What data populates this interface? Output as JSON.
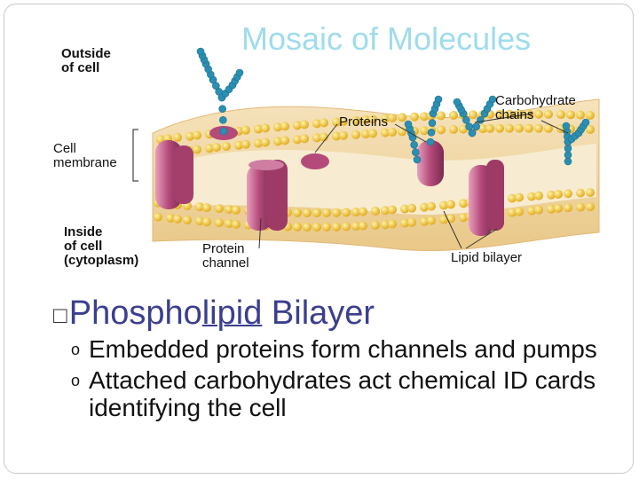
{
  "title": "Mosaic of Molecules",
  "labels": {
    "outside": "Outside\nof cell",
    "cell_membrane": "Cell\nmembrane",
    "inside": "Inside\nof cell\n(cytoplasm)",
    "protein_channel": "Protein\nchannel",
    "proteins": "Proteins",
    "carbohydrate_chains": "Carbohydrate\nchains",
    "lipid_bilayer": "Lipid bilayer"
  },
  "heading": {
    "part1": "Phospho",
    "part2": "lipid",
    "part3": " Bilayer"
  },
  "bullets": [
    "Embedded proteins form channels and pumps",
    "Attached carbohydrates act chemical ID cards identifying the cell"
  ],
  "colors": {
    "title": "#9fdcec",
    "heading": "#3b3f8f",
    "membrane": "#f3d9a8",
    "lipid_head": "#f2c230",
    "protein": "#b44a7a",
    "carbohydrate": "#2a8fb3"
  }
}
